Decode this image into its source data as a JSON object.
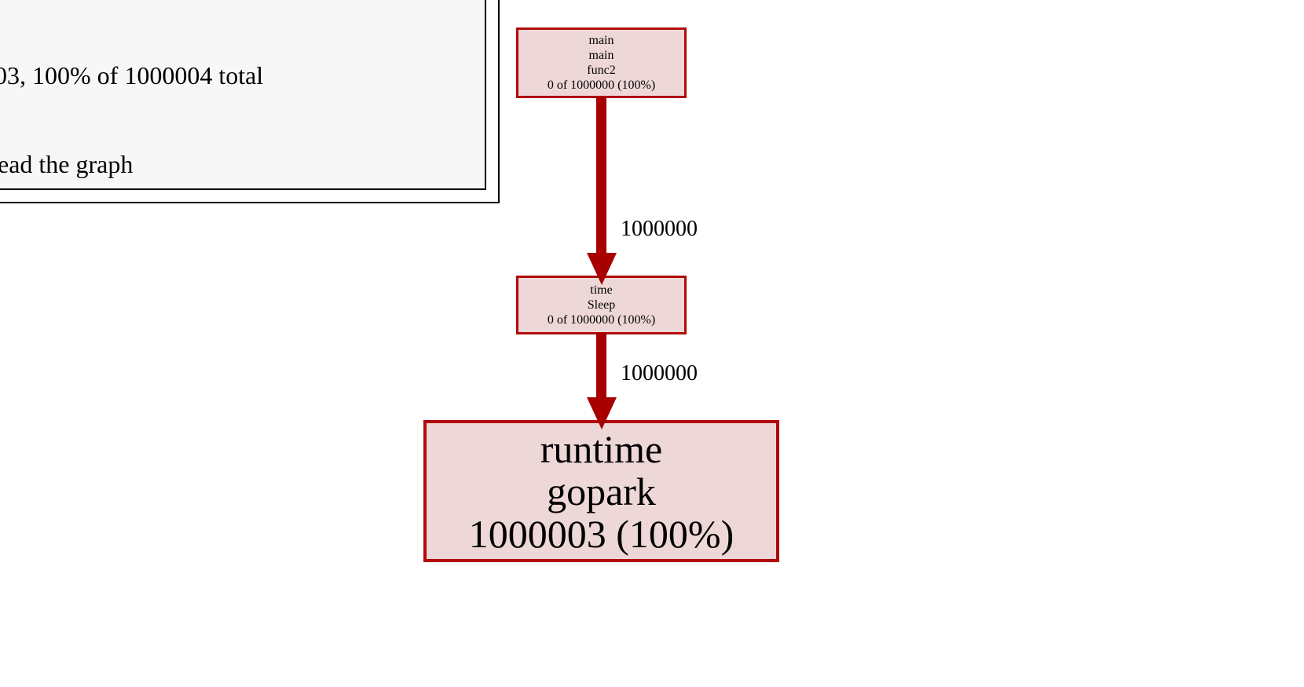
{
  "legend": {
    "visible_lines": [
      "03, 100% of 1000004 total",
      "ead the graph"
    ]
  },
  "graph": {
    "nodes": [
      {
        "id": "main-main-func2",
        "lines": [
          "main",
          "main",
          "func2",
          "0 of 1000000 (100%)"
        ]
      },
      {
        "id": "time-sleep",
        "lines": [
          "time",
          "Sleep",
          "0 of 1000000 (100%)"
        ]
      },
      {
        "id": "runtime-gopark",
        "lines": [
          "runtime",
          "gopark",
          "1000003 (100%)"
        ]
      }
    ],
    "edges": [
      {
        "from": "main-main-func2",
        "to": "time-sleep",
        "label": "1000000"
      },
      {
        "from": "time-sleep",
        "to": "runtime-gopark",
        "label": "1000000"
      }
    ]
  },
  "colors": {
    "node_fill": "#eed7d7",
    "node_border": "#b20a0a",
    "edge": "#a80000",
    "legend_fill": "#f7f7f7",
    "legend_border": "#000000",
    "text": "#000000"
  }
}
